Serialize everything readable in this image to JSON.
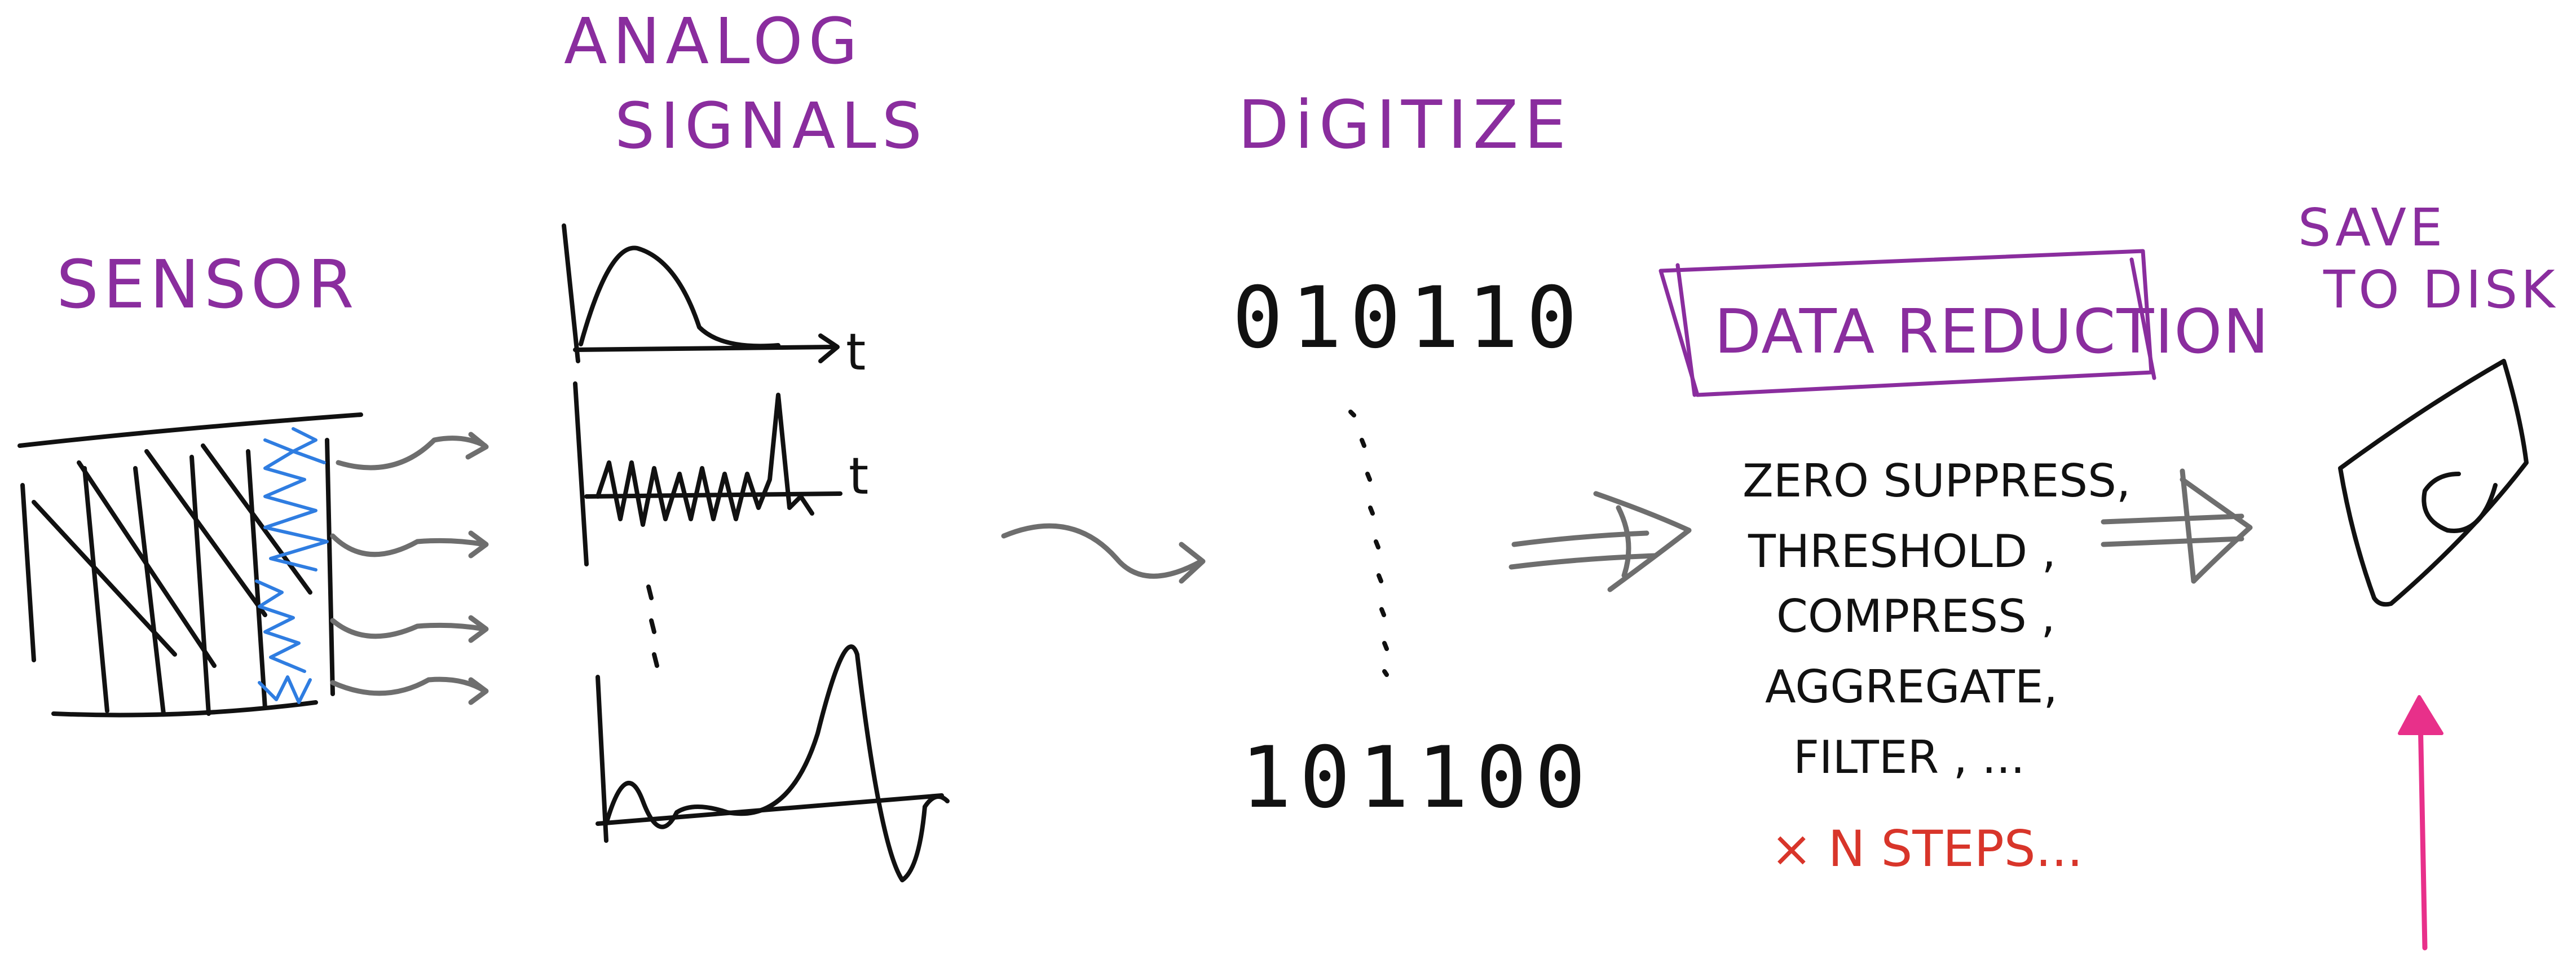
{
  "stages": {
    "sensor": {
      "label": "SENSOR"
    },
    "analog": {
      "label_line1": "ANALOG",
      "label_line2": "SIGNALS",
      "t_label_1": "t",
      "t_label_2": "t"
    },
    "digitize": {
      "label": "DiGITIZE",
      "bits_top": "010110",
      "bits_bottom": "101100"
    },
    "reduction": {
      "title": "DATA REDUCTION",
      "steps": [
        "ZERO SUPPRESS,",
        "THRESHOLD ,",
        "COMPRESS ,",
        "AGGREGATE,",
        "FILTER , ..."
      ],
      "repeat_note": "× N STEPS..."
    },
    "disk": {
      "label_line1": "SAVE",
      "label_line2": "TO DISK",
      "platter_mark": "0"
    }
  },
  "colors": {
    "label": "#8a2d9e",
    "ink": "#111111",
    "arrow": "#6e6e6e",
    "signal": "#2f7de1",
    "highlight": "#e8308a",
    "note": "#d8352a"
  }
}
